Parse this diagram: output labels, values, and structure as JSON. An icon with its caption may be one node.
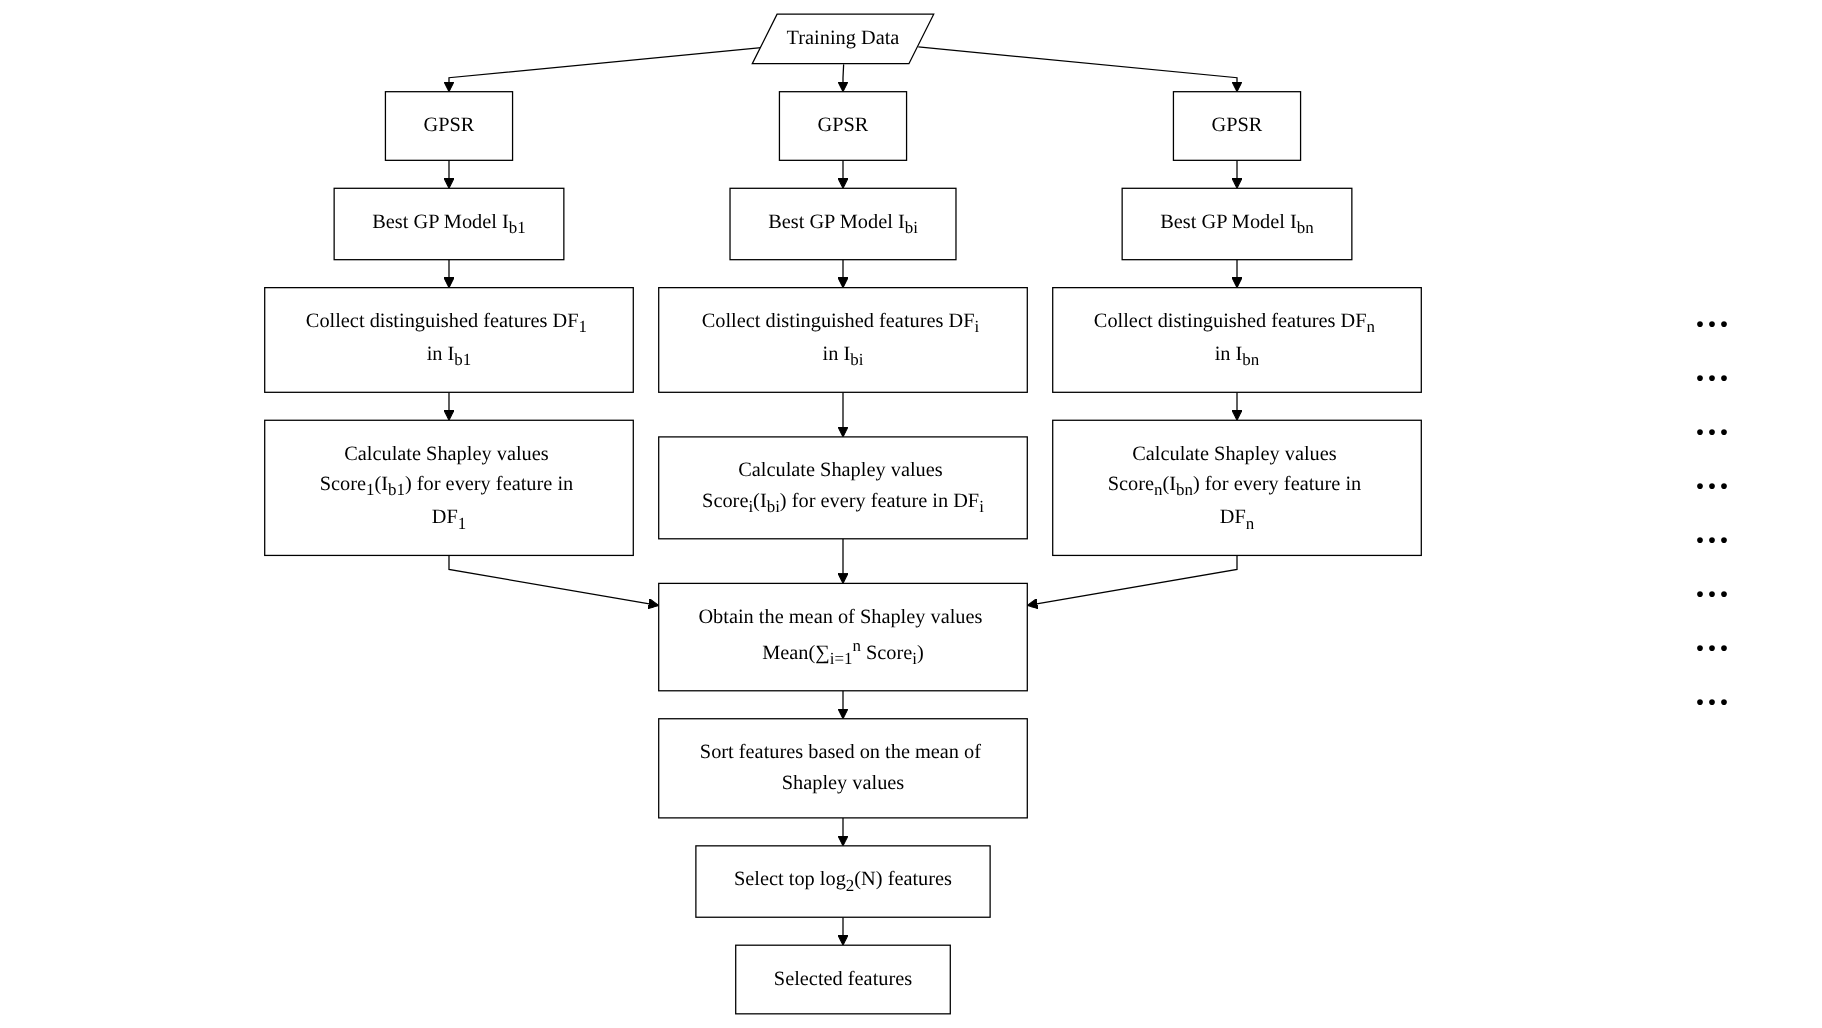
{
  "diagram": {
    "nodes": [
      {
        "text": [
          "Training Data"
        ]
      },
      {
        "text": [
          "GPSR"
        ]
      },
      {
        "text": [
          "GPSR"
        ]
      },
      {
        "text": [
          "GPSR"
        ]
      },
      {
        "text": [
          "Best GP Model I$_{b1}$"
        ]
      },
      {
        "text": [
          "Best GP Model I$_{bi}$"
        ]
      },
      {
        "text": [
          "Best GP Model I$_{bn}$"
        ]
      },
      {
        "text": [
          "Collect distinguished features DF$_{1}$ in I$_{b1}$"
        ]
      },
      {
        "text": [
          "Collect distinguished features DF$_{i}$ in I$_{bi}$"
        ]
      },
      {
        "text": [
          "Collect distinguished features DF$_{n}$ in I$_{bn}$"
        ]
      },
      {
        "text": [
          "Calculate Shapley values Score$_{1}$(I$_{b1}$) for every feature in DF$_{1}$"
        ]
      },
      {
        "text": [
          "Calculate Shapley values Score$_{i}$(I$_{bi}$) for every feature in DF$_{i}$"
        ]
      },
      {
        "text": [
          "Calculate Shapley values Score$_{n}$(I$_{bn}$) for every feature in DF$_{n}$"
        ]
      },
      {
        "text": [
          "Obtain the mean of Shapley values Mean(∑$_{i=1}$$^{n}$ Score$_{i}$)"
        ]
      },
      {
        "text": [
          "Sort features based on the mean of Shapley values"
        ]
      },
      {
        "text": [
          "Select top log$_{2}$(N) features"
        ]
      },
      {
        "text": [
          "Selected features"
        ]
      }
    ],
    "edges": [
      {
        "from": 0,
        "to": 1,
        "arrow": "to"
      },
      {
        "from": 0,
        "to": 2,
        "arrow": "to"
      },
      {
        "from": 0,
        "to": 3,
        "arrow": "to"
      },
      {
        "from": 1,
        "to": 4,
        "arrow": "to"
      },
      {
        "from": 2,
        "to": 5,
        "arrow": "to"
      },
      {
        "from": 3,
        "to": 6,
        "arrow": "to"
      },
      {
        "from": 4,
        "to": 7,
        "arrow": "to"
      },
      {
        "from": 5,
        "to": 8,
        "arrow": "to"
      },
      {
        "from": 6,
        "to": 9,
        "arrow": "to"
      },
      {
        "from": 7,
        "to": 10,
        "arrow": "to"
      },
      {
        "from": 8,
        "to": 11,
        "arrow": "to"
      },
      {
        "from": 9,
        "to": 12,
        "arrow": "to"
      },
      {
        "from": 10,
        "to": 13,
        "arrow": "to"
      },
      {
        "from": 11,
        "to": 13,
        "arrow": "to"
      },
      {
        "from": 12,
        "to": 13,
        "arrow": "to"
      },
      {
        "from": 13,
        "to": 14,
        "arrow": "to"
      },
      {
        "from": 14,
        "to": 15,
        "arrow": "to"
      },
      {
        "from": 15,
        "to": 16,
        "arrow": "to"
      }
    ],
    "labels": [
      "···",
      "···",
      "···",
      "···",
      "···",
      "···",
      "···",
      "···"
    ]
  }
}
